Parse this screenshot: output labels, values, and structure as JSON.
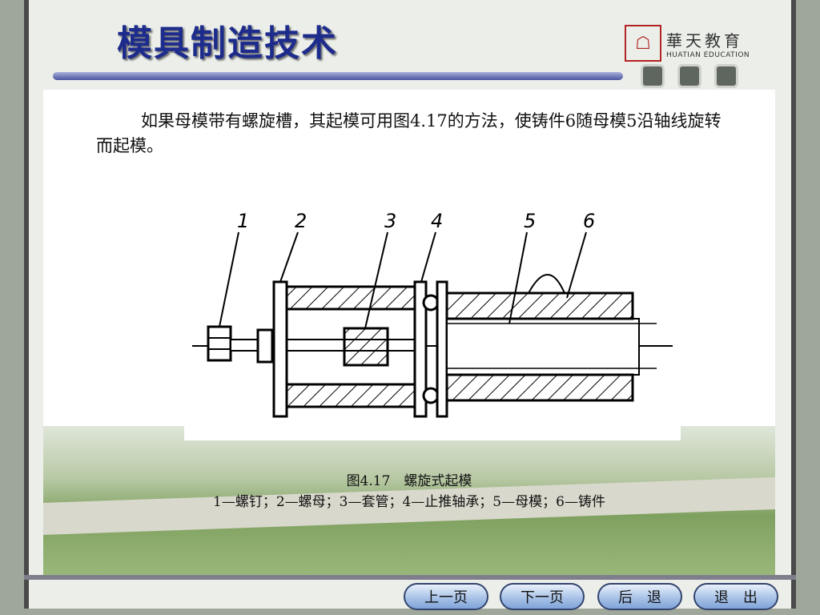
{
  "title": "模具制造技术",
  "logo": {
    "cn": "華天教育",
    "en": "HUATIAN EDUCATION"
  },
  "paragraph": "如果母模带有螺旋槽，其起模可用图4.17的方法，使铸件6随母模5沿轴线旋转而起模。",
  "figure": {
    "labels": [
      "1",
      "2",
      "3",
      "4",
      "5",
      "6"
    ],
    "caption_line1": "图4.17　螺旋式起模",
    "caption_line2": "1—螺钉；2—螺母；3—套管；4—止推轴承；5—母模；6—铸件"
  },
  "nav": {
    "prev": "上一页",
    "next": "下一页",
    "back": "后　退",
    "exit": "退　出"
  },
  "colors": {
    "title": "#1d2c8c",
    "nav_fill": "#a9c3e8",
    "frame_bg": "#9fa69a"
  }
}
